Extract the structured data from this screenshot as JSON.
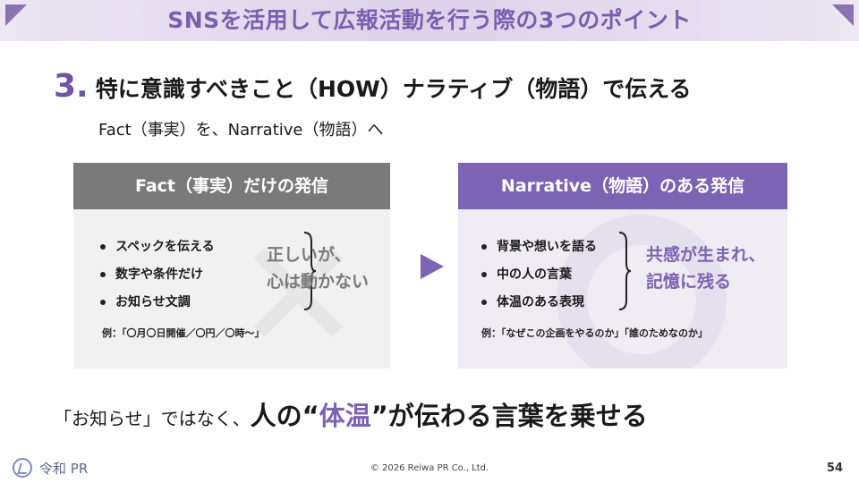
{
  "header": {
    "title": "SNSを活用して広報活動を行う際の3つのポイント",
    "accent_color": "#7d63b3"
  },
  "section": {
    "number": "3.",
    "heading": "特に意識すべきこと（HOW）ナラティブ（物語）で伝える",
    "subheading": "Fact（事実）を、Narrative（物語）へ"
  },
  "fact_panel": {
    "title": "Fact（事実）だけの発信",
    "items": [
      "スペックを伝える",
      "数字や条件だけ",
      "お知らせ文調"
    ],
    "summary_line1": "正しいが、",
    "summary_line2": "心は動かない",
    "example": "例：「〇月〇日開催／〇円／〇時〜」",
    "header_color": "#7a7a7a"
  },
  "narrative_panel": {
    "title": "Narrative（物語）のある発信",
    "items": [
      "背景や想いを語る",
      "中の人の言葉",
      "体温のある表現"
    ],
    "summary_line1": "共感が生まれ、",
    "summary_line2": "記憶に残る",
    "example": "例：「なぜこの企画をやるのか」「誰のためなのか」",
    "header_color": "#7d63b3"
  },
  "conclusion": {
    "prefix": "「お知らせ」ではなく、",
    "middle": "人の“",
    "highlight": "体温",
    "suffix": "”が伝わる言葉を乗せる"
  },
  "footer": {
    "logo_text": "令和 PR",
    "copyright": "© 2026 Reiwa PR Co., Ltd.",
    "page_number": "54"
  }
}
